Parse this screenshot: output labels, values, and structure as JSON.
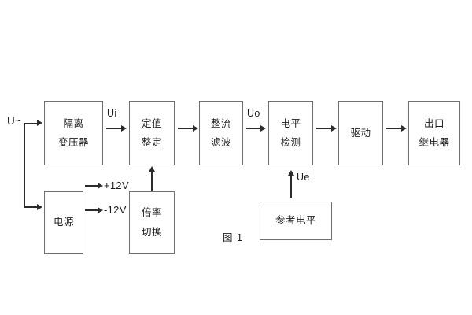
{
  "diagram": {
    "caption": "图 1",
    "input_label": "U~",
    "blocks": [
      {
        "id": "isolation-transformer",
        "lines": [
          "隔离",
          "变压器"
        ]
      },
      {
        "id": "setting-value",
        "lines": [
          "定值",
          "整定"
        ]
      },
      {
        "id": "rectify-filter",
        "lines": [
          "整流",
          "滤波"
        ]
      },
      {
        "id": "level-detect",
        "lines": [
          "电平",
          "检测"
        ]
      },
      {
        "id": "drive",
        "lines": [
          "驱动"
        ]
      },
      {
        "id": "output-relay",
        "lines": [
          "出口",
          "继电器"
        ]
      },
      {
        "id": "power-supply",
        "lines": [
          "电源"
        ]
      },
      {
        "id": "ratio-switch",
        "lines": [
          "倍率",
          "切换"
        ]
      },
      {
        "id": "reference-level",
        "lines": [
          "参考电平"
        ]
      }
    ],
    "signals": {
      "ui": "Ui",
      "uo": "Uo",
      "ue": "Ue",
      "rail_pos": "+12V",
      "rail_neg": "-12V"
    },
    "colors": {
      "box_border": "#6f6f6f",
      "line": "#2b2b2b",
      "text": "#1c1c1c",
      "background": "#ffffff"
    }
  }
}
